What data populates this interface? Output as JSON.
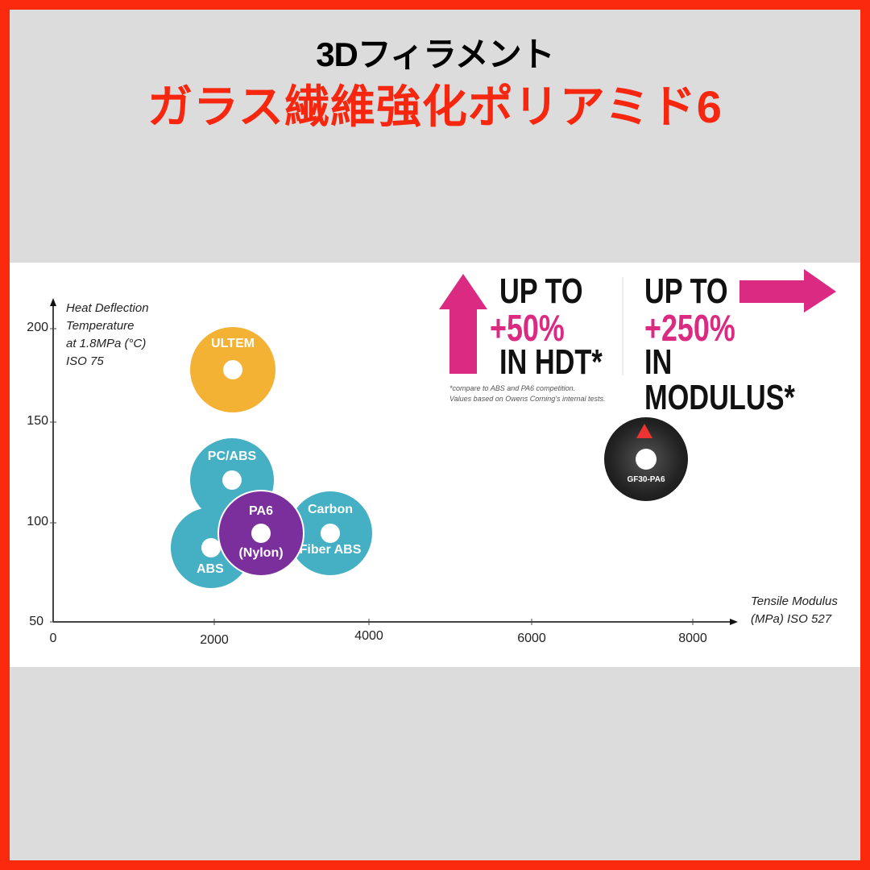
{
  "header": {
    "subtitle": "3Dフィラメント",
    "title": "ガラス繊維強化ポリアミド6"
  },
  "colors": {
    "border": "#fb2a0c",
    "background": "#dcdcdc",
    "title_red": "#f6260f",
    "ultem": "#f4b234",
    "teal": "#45afc4",
    "pa6": "#7a2f9c",
    "magenta": "#da2a82"
  },
  "callouts": {
    "hdt": {
      "line1": "UP TO",
      "value": "+50%",
      "line3": "IN HDT*"
    },
    "modulus": {
      "line1": "UP TO",
      "value": "+250%",
      "line3": "IN MODULUS*"
    },
    "footnote_line1": "*compare to ABS and PA6 competition.",
    "footnote_line2": "Values based on Owens Corning's internal tests.",
    "product_label": "GF30-PA6"
  },
  "chart_data": {
    "type": "scatter",
    "title": "",
    "xlabel": "Tensile Modulus (MPa) ISO 527",
    "ylabel": "Heat Deflection Temperature at 1.8MPa (°C) ISO 75",
    "ylabel_lines": [
      "Heat Deflection",
      "Temperature",
      "at 1.8MPa (°C)",
      "ISO 75"
    ],
    "xlabel_lines": [
      "Tensile Modulus",
      "(MPa) ISO 527"
    ],
    "xlim": [
      0,
      8500
    ],
    "ylim": [
      50,
      215
    ],
    "x_ticks": [
      "0",
      "2000",
      "4000",
      "6000",
      "8000"
    ],
    "y_ticks": [
      "50",
      "100",
      "150",
      "200"
    ],
    "grid": false,
    "points": [
      {
        "name": "ULTEM",
        "x": 2300,
        "y": 178,
        "color": "#f4b234"
      },
      {
        "name": "PC/ABS",
        "x": 2250,
        "y": 122,
        "color": "#45afc4"
      },
      {
        "name": "ABS",
        "x": 2000,
        "y": 90,
        "color": "#45afc4"
      },
      {
        "name": "PA6 (Nylon)",
        "x": 2600,
        "y": 96,
        "color": "#7a2f9c"
      },
      {
        "name": "Carbon Fiber ABS",
        "x": 3500,
        "y": 96,
        "color": "#45afc4"
      },
      {
        "name": "GF30-PA6",
        "x": 7500,
        "y": 132,
        "color": "#222222"
      }
    ],
    "labels": {
      "ultem": "ULTEM",
      "pcabs": "PC/ABS",
      "abs": "ABS",
      "pa6_top": "PA6",
      "pa6_bottom": "(Nylon)",
      "cf_top": "Carbon",
      "cf_bottom": "Fiber ABS"
    }
  }
}
